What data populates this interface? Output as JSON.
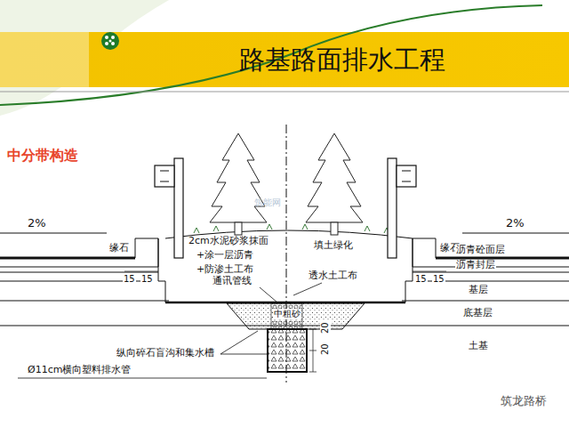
{
  "diagram": {
    "title": "路基路面排水工程",
    "labels": [
      "中分带构造",
      "2%",
      "2%",
      "缘石",
      "缘石",
      "15",
      "15",
      "15",
      "15",
      "2cm水泥砂浆抹面",
      "+涂一层沥青",
      "+防渗土工布",
      "填土绿化",
      "沥青砼面层",
      "沥青封层",
      "基层",
      "底基层",
      "土基",
      "通讯管线",
      "透水土工布",
      "中粗砂",
      "纵向碎石盲沟和集水槽",
      "Ø11cm横向塑料排水管",
      "20",
      "20",
      "筑龙路桥",
      "筑能网"
    ]
  }
}
